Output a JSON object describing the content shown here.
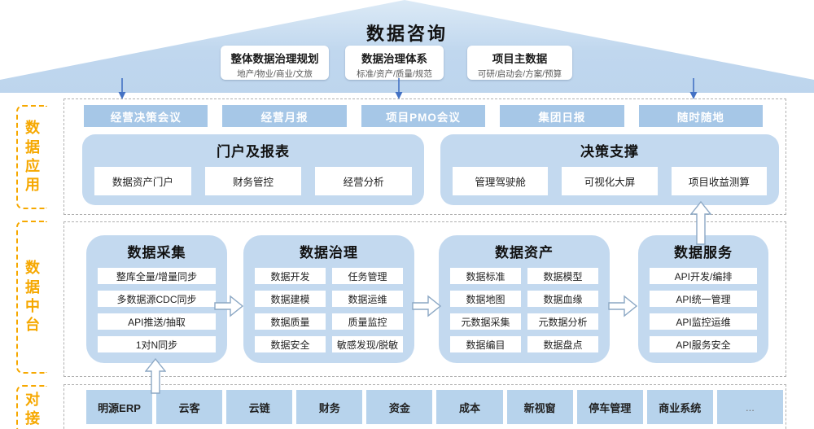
{
  "colors": {
    "roof_blue": "#c2d8ee",
    "panel_blue": "#c3d9ef",
    "button_blue": "#a6c7e7",
    "chip_blue": "#b7d3ec",
    "label_gold": "#F6A800",
    "arrow_blue": "#4472C4"
  },
  "roof": {
    "title": "数据咨询",
    "boxes": [
      {
        "title": "整体数据治理规划",
        "subtitle": "地产/物业/商业/文旅"
      },
      {
        "title": "数据治理体系",
        "subtitle": "标准/资产/质量/规范"
      },
      {
        "title": "项目主数据",
        "subtitle": "可研/启动会/方案/预算"
      }
    ]
  },
  "side_labels": [
    {
      "label": "数据应用"
    },
    {
      "label": "数据中台"
    },
    {
      "label": "对接"
    }
  ],
  "application": {
    "buttons": [
      "经营决策会议",
      "经营月报",
      "项目PMO会议",
      "集团日报",
      "随时随地"
    ],
    "panels": [
      {
        "title": "门户及报表",
        "items": [
          "数据资产门户",
          "财务管控",
          "经营分析"
        ]
      },
      {
        "title": "决策支撑",
        "items": [
          "管理驾驶舱",
          "可视化大屏",
          "项目收益测算"
        ]
      }
    ]
  },
  "platform": {
    "panels": [
      {
        "title": "数据采集",
        "items": [
          "整库全量/增量同步",
          "多数据源CDC同步",
          "API推送/抽取",
          "1对N同步"
        ]
      },
      {
        "title": "数据治理",
        "items": [
          "数据开发",
          "任务管理",
          "数据建模",
          "数据运维",
          "数据质量",
          "质量监控",
          "数据安全",
          "敏感发现/脱敏"
        ]
      },
      {
        "title": "数据资产",
        "items": [
          "数据标准",
          "数据模型",
          "数据地图",
          "数据血缘",
          "元数据采集",
          "元数据分析",
          "数据编目",
          "数据盘点"
        ]
      },
      {
        "title": "数据服务",
        "items": [
          "API开发/编排",
          "API统一管理",
          "API监控运维",
          "API服务安全"
        ]
      }
    ]
  },
  "integration": {
    "systems": [
      "明源ERP",
      "云客",
      "云链",
      "财务",
      "资金",
      "成本",
      "新视窗",
      "停车管理",
      "商业系统",
      "..."
    ]
  }
}
